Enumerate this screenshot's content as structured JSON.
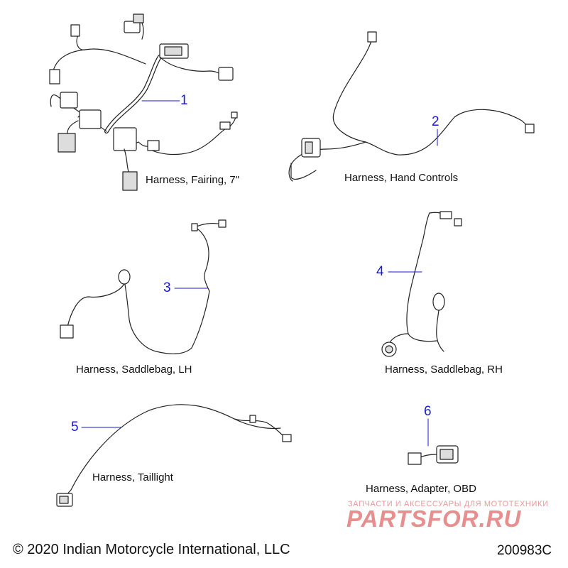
{
  "parts": [
    {
      "callout": "1",
      "name": "Harness, Fairing, 7\""
    },
    {
      "callout": "2",
      "name": "Harness, Hand Controls"
    },
    {
      "callout": "3",
      "name": "Harness, Saddlebag, LH"
    },
    {
      "callout": "4",
      "name": "Harness, Saddlebag, RH"
    },
    {
      "callout": "5",
      "name": "Harness, Taillight"
    },
    {
      "callout": "6",
      "name": "Harness, Adapter, OBD"
    }
  ],
  "footer": {
    "copyright": "© 2020 Indian Motorcycle International, LLC",
    "diagram_id": "200983C"
  },
  "watermark": {
    "tagline": "ЗАПЧАСТИ И АКСЕССУАРЫ ДЛЯ МОТОТЕХНИКИ",
    "brand": "PARTSFOR.RU"
  },
  "colors": {
    "callout": "#1a1ad0",
    "line_art": "#222222",
    "watermark": "#e06a6a"
  }
}
